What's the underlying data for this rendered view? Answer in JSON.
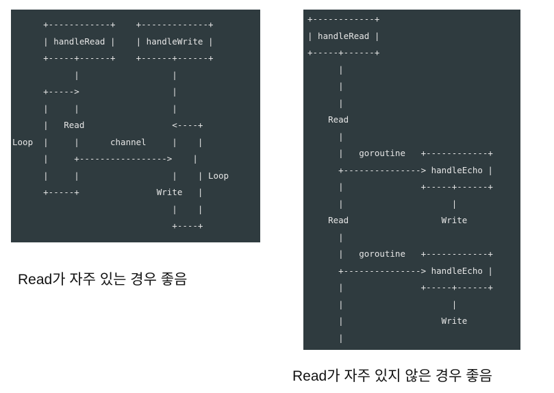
{
  "left_diagram": {
    "ascii": "      +------------+    +-------------+\n      | handleRead |    | handleWrite |\n      +-----+------+    +------+------+\n            |                  |\n      +----->                  |\n      |     |                  |\n      |   Read                 <----+\nLoop  |     |      channel     |    |\n      |     +----------------->    |\n      |     |                  |    | Loop\n      +-----+               Write   |\n                               |    |\n                               +----+",
    "caption": "Read가 자주 있는 경우 좋음"
  },
  "right_diagram": {
    "ascii": "+------------+\n| handleRead |\n+-----+------+\n      |\n      |\n      |\n    Read\n      |\n      |   goroutine   +------------+\n      +---------------> handleEcho |\n      |               +-----+------+\n      |                     |\n    Read                  Write\n      |\n      |   goroutine   +------------+\n      +---------------> handleEcho |\n      |               +-----+------+\n      |                     |\n      |                   Write\n      |",
    "caption": "Read가 자주 있지 않은 경우 좋음"
  },
  "colors": {
    "panel_background": "#2f3b3f",
    "text": "#e6e6e6"
  }
}
